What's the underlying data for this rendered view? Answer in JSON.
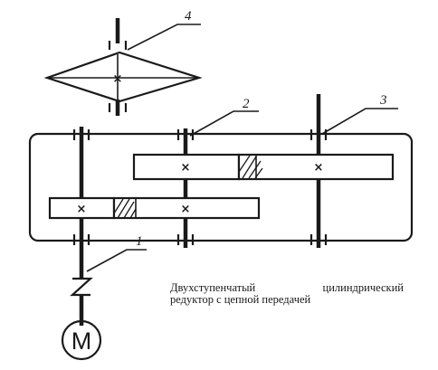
{
  "labels": {
    "item_1": "1",
    "item_2": "2",
    "item_3": "3",
    "item_4": "4"
  },
  "motor_label": "М",
  "caption": {
    "line_1": "Двухступенчатый цилиндрический",
    "line_2": "редуктор с цепной передачей"
  }
}
